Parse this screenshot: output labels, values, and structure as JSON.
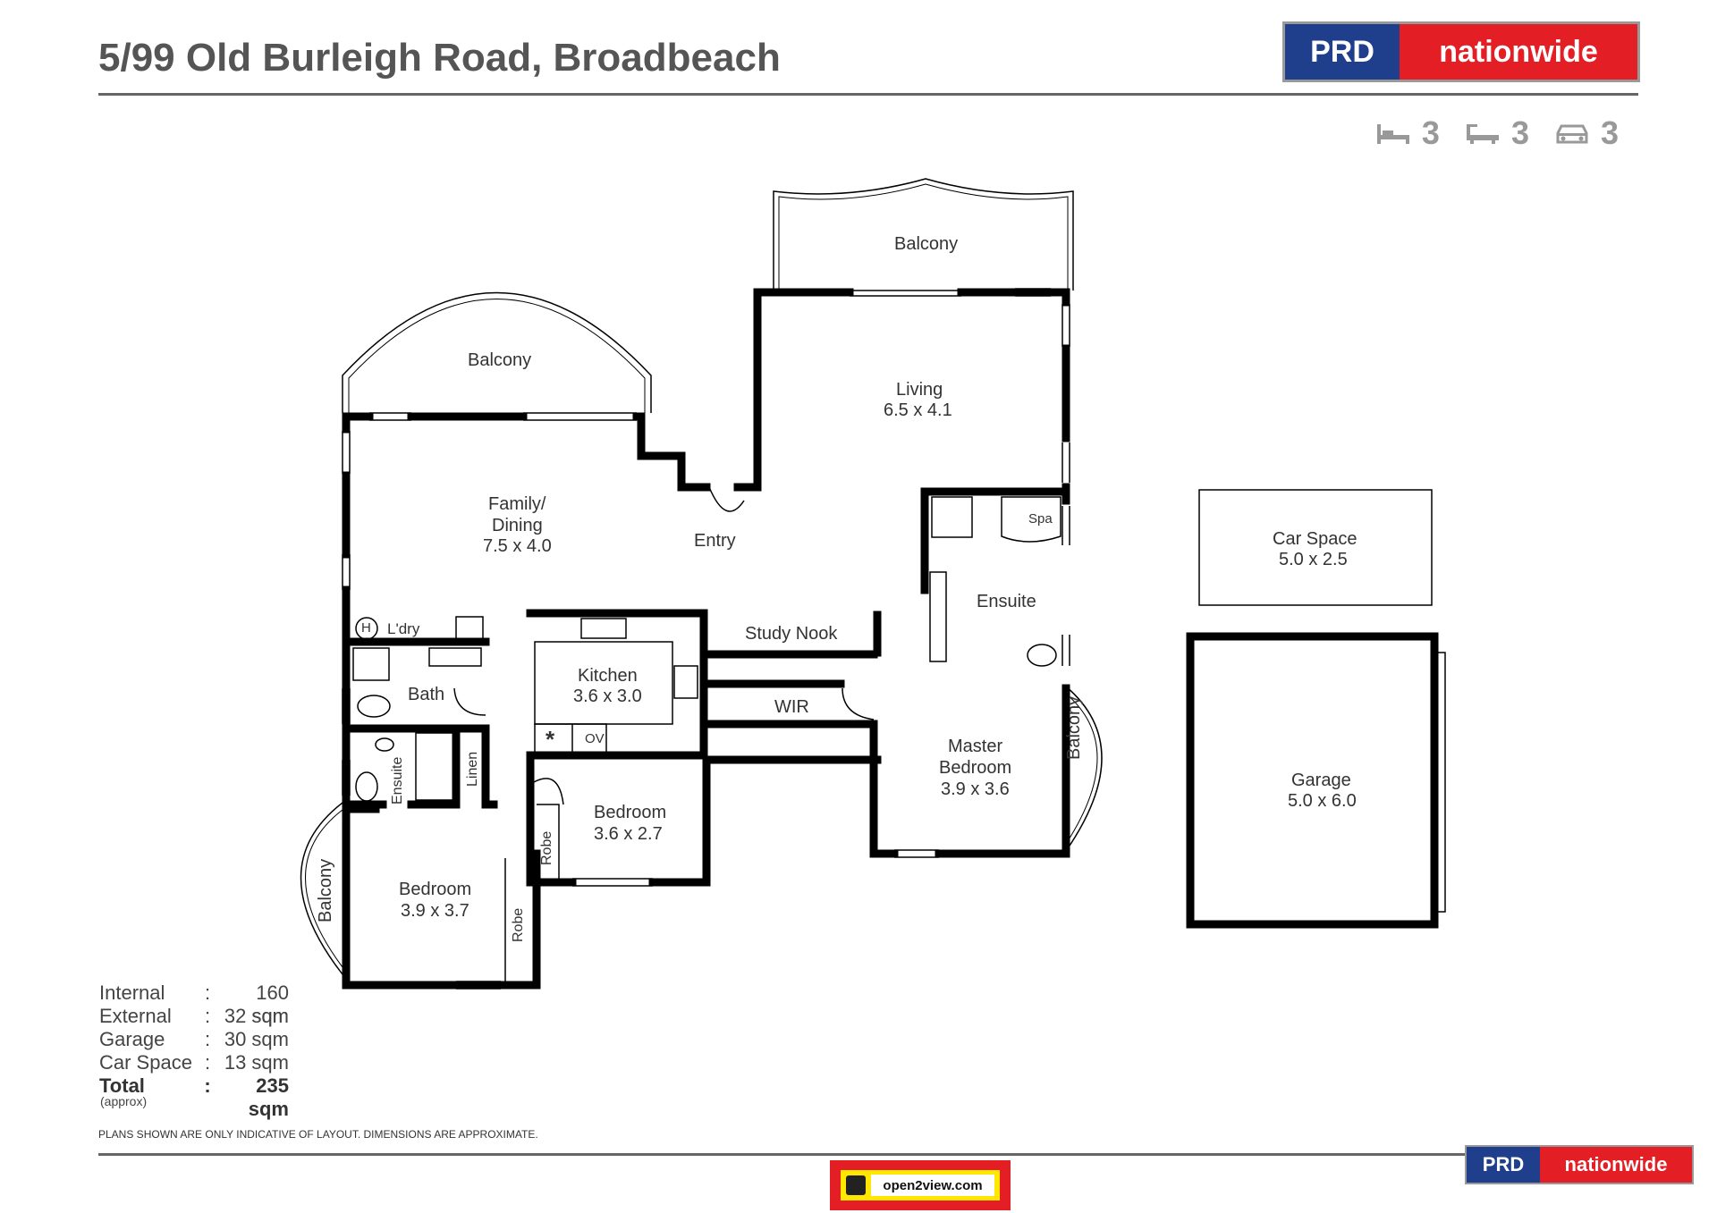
{
  "header": {
    "title": "5/99 Old Burleigh Road, Broadbeach",
    "logo_left": "PRD",
    "logo_right": "nationwide"
  },
  "features": {
    "beds": "3",
    "baths": "3",
    "cars": "3",
    "icons": [
      "bed-icon",
      "bath-icon",
      "car-icon"
    ],
    "icon_color": "#999999"
  },
  "rooms": {
    "balcony_top": "Balcony",
    "balcony_left": "Balcony",
    "living_name": "Living",
    "living_dim": "6.5 x 4.1",
    "family_name_1": "Family/",
    "family_name_2": "Dining",
    "family_dim": "7.5 x 4.0",
    "entry": "Entry",
    "ensuite_master": "Ensuite",
    "spa": "Spa",
    "laundry": "L'dry",
    "laundry_h": "H",
    "bath": "Bath",
    "kitchen_name": "Kitchen",
    "kitchen_dim": "3.6 x 3.0",
    "oven": "OV",
    "fridge": "*",
    "study_nook": "Study Nook",
    "wir": "WIR",
    "master_1": "Master",
    "master_2": "Bedroom",
    "master_dim": "3.9 x 3.6",
    "balcony_master": "Balcony",
    "ensuite_small": "Ensuite",
    "linen": "Linen",
    "bedroom2_name": "Bedroom",
    "bedroom2_dim": "3.6 x 2.7",
    "robe2": "Robe",
    "bedroom3_name": "Bedroom",
    "bedroom3_dim": "3.9 x 3.7",
    "robe3": "Robe",
    "balcony_bed3": "Balcony",
    "car_space_name": "Car Space",
    "car_space_dim": "5.0 x 2.5",
    "garage_name": "Garage",
    "garage_dim": "5.0 x 6.0"
  },
  "areas": [
    {
      "label": "Internal",
      "value": "160 sqm"
    },
    {
      "label": "External",
      "value": "32 sqm"
    },
    {
      "label": "Garage",
      "value": "30 sqm"
    },
    {
      "label": "Car Space",
      "value": "13 sqm"
    },
    {
      "label": "Total",
      "value": "235 sqm"
    }
  ],
  "approx_note": "(approx)",
  "colon": ":",
  "disclaimer": "PLANS SHOWN ARE ONLY INDICATIVE OF LAYOUT.  DIMENSIONS ARE APPROXIMATE.",
  "footer": {
    "logo_left": "PRD",
    "logo_right": "nationwide",
    "open2view": "open2view.com"
  },
  "colors": {
    "prd_blue": "#1f3f8c",
    "prd_red": "#e41e25",
    "wall": "#000000",
    "o2v_yellow": "#ffe800"
  }
}
